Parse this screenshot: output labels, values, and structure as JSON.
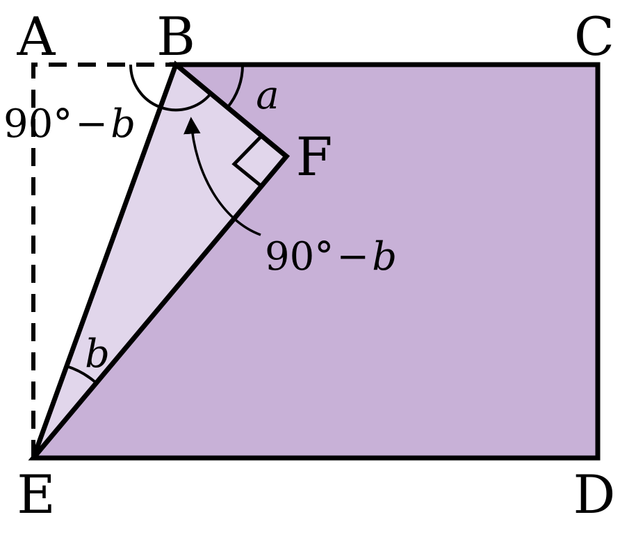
{
  "colors": {
    "paper": "#c8b1d7",
    "flap": "#e1d6eb",
    "stroke": "#000000",
    "background": "#ffffff"
  },
  "points": {
    "A": "A",
    "B": "B",
    "C": "C",
    "D": "D",
    "E": "E",
    "F": "F"
  },
  "angles": {
    "top_left": {
      "number": "90°",
      "minus": "−",
      "variable": "b"
    },
    "inner": {
      "number": "90°",
      "minus": "−",
      "variable": "b"
    },
    "a": "a",
    "b": "b"
  }
}
